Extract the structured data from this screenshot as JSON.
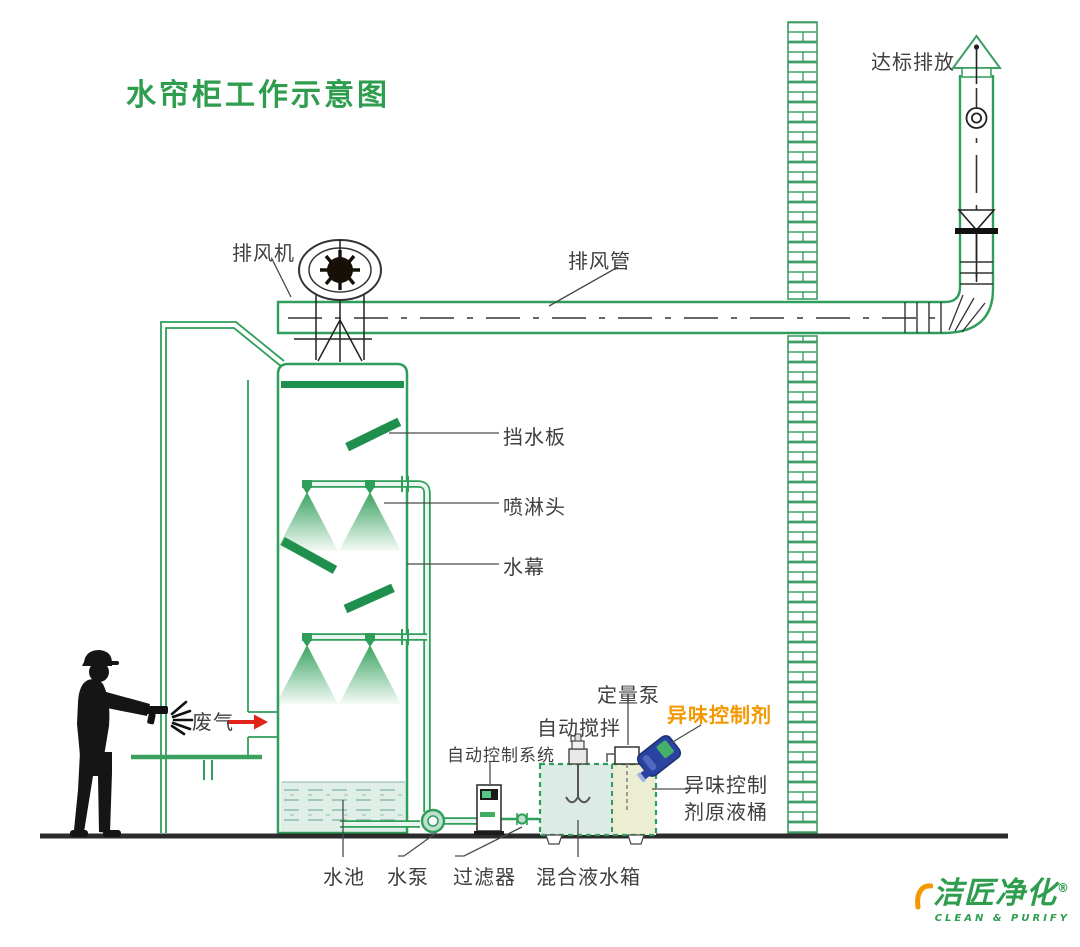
{
  "title": "水帘柜工作示意图",
  "diagram_labels": {
    "exhaust_fan": "排风机",
    "exhaust_duct": "排风管",
    "compliant_discharge": "达标排放",
    "water_baffle": "挡水板",
    "spray_nozzle": "喷淋头",
    "water_curtain": "水幕",
    "waste_gas": "废气",
    "metering_pump": "定量泵",
    "auto_stirring": "自动搅拌",
    "odor_control_agent": "异味控制剂",
    "auto_control_system": "自动控制系统",
    "odor_agent_tank_line1": "异味控制",
    "odor_agent_tank_line2": "剂原液桶",
    "water_pool": "水池",
    "water_pump": "水泵",
    "filter": "过滤器",
    "mixing_tank": "混合液水箱"
  },
  "logo": {
    "name": "洁匠净化",
    "registered_mark": "®",
    "tagline": "CLEAN & PURIFY"
  },
  "colors": {
    "diagram_green": "#2f9e5a",
    "solid_green": "#1e8f4c",
    "title_green": "#2e9d4e",
    "label_gray": "#3f3f3f",
    "waste_gas_red": "#e2231a",
    "odor_agent_orange": "#f39800",
    "jug_blue": "#2a43a0",
    "pool_water": "#e0eee8",
    "mixed_liquid": "#dcebe5",
    "raw_liquid": "#ebeed2"
  }
}
